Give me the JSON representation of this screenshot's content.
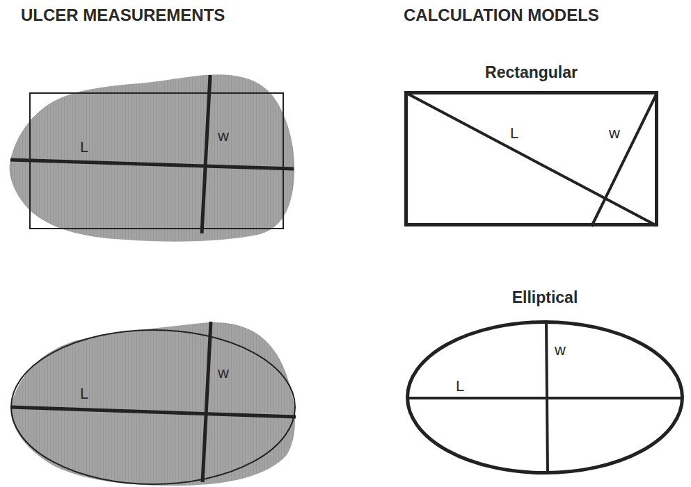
{
  "diagram": {
    "nodes": [
      {
        "text": [
          "L",
          "w"
        ]
      },
      {
        "text": [
          "Rectangular",
          "L",
          "w"
        ]
      },
      {
        "text": [
          "L",
          "w"
        ]
      },
      {
        "text": [
          "Elliptical",
          "L",
          "w"
        ]
      }
    ],
    "labels": [
      "ULCER MEASUREMENTS",
      "CALCULATION MODELS"
    ]
  }
}
